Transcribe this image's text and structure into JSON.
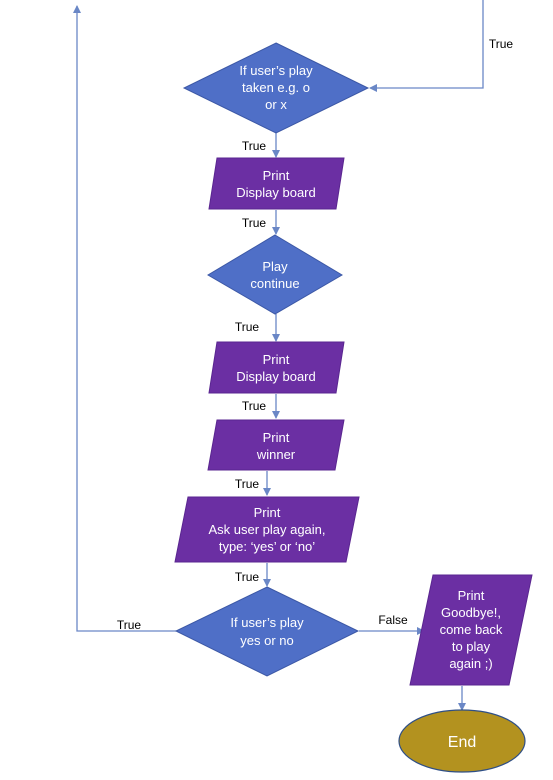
{
  "colors": {
    "decision_fill": "#4f6fc7",
    "decision_stroke": "#3c58a6",
    "io_fill": "#6b2fa3",
    "io_stroke": "#5a2690",
    "end_fill": "#b3921f",
    "end_stroke": "#2f4f86",
    "connector": "#6a87c6"
  },
  "nodes": {
    "decision_taken": {
      "shape": "diamond",
      "lines": [
        "If  user’s play",
        "taken e.g.  o",
        "or x"
      ]
    },
    "print_board_1": {
      "shape": "parallelogram",
      "lines": [
        "Print",
        "Display board"
      ]
    },
    "decision_continue": {
      "shape": "diamond",
      "lines": [
        "Play",
        "continue"
      ]
    },
    "print_board_2": {
      "shape": "parallelogram",
      "lines": [
        "Print",
        "Display board"
      ]
    },
    "print_winner": {
      "shape": "parallelogram",
      "lines": [
        "Print",
        "winner"
      ]
    },
    "print_play_again": {
      "shape": "parallelogram",
      "lines": [
        "Print",
        "Ask user play again,",
        "type: ‘yes’ or ‘no’"
      ]
    },
    "decision_yes_no": {
      "shape": "diamond",
      "lines": [
        "If  user’s play",
        "yes or no"
      ]
    },
    "print_goodbye": {
      "shape": "parallelogram",
      "lines": [
        "Print",
        "Goodbye!,",
        "come back",
        "to play",
        "again ;)"
      ]
    },
    "end": {
      "shape": "ellipse",
      "lines": [
        "End"
      ]
    }
  },
  "edge_labels": {
    "top_right": "True",
    "after_taken": "True",
    "after_board_1": "True",
    "after_continue": "True",
    "after_board_2": "True",
    "after_winner": "True",
    "after_play_again": "True",
    "loop_back": "True",
    "to_goodbye": "False"
  }
}
